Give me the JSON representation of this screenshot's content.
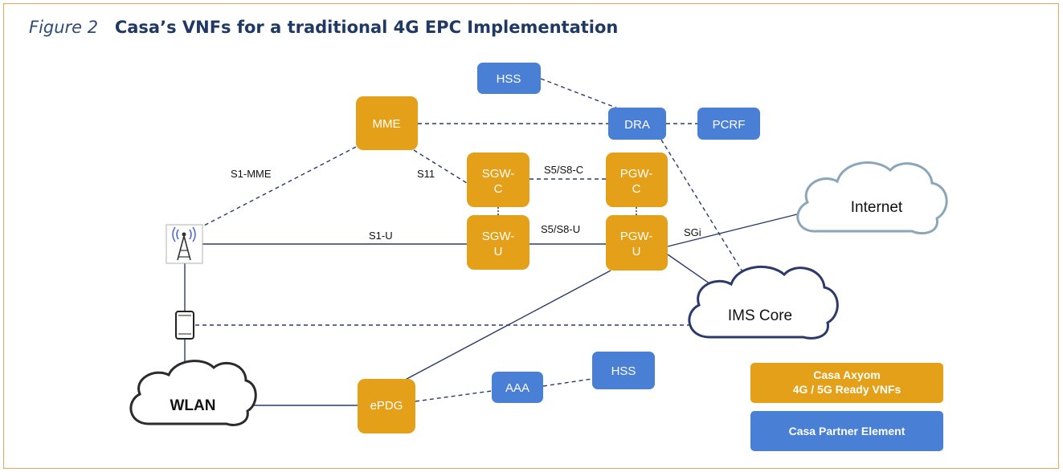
{
  "caption": {
    "figure_label": "Figure 2",
    "title": "Casa’s VNFs for a traditional 4G EPC Implementation"
  },
  "nodes": {
    "hss_top": "HSS",
    "mme": "MME",
    "dra": "DRA",
    "pcrf": "PCRF",
    "sgw_c_1": "SGW-",
    "sgw_c_2": "C",
    "pgw_c_1": "PGW-",
    "pgw_c_2": "C",
    "sgw_u_1": "SGW-",
    "sgw_u_2": "U",
    "pgw_u_1": "PGW-",
    "pgw_u_2": "U",
    "epdg": "ePDG",
    "aaa": "AAA",
    "hss_bottom": "HSS"
  },
  "clouds": {
    "internet": "Internet",
    "ims": "IMS Core",
    "wlan": "WLAN"
  },
  "edges": {
    "s1_mme": "S1-MME",
    "s11": "S11",
    "s5s8c": "S5/S8-C",
    "s1u": "S1-U",
    "s5s8u": "S5/S8-U",
    "sgi": "SGi"
  },
  "legend": {
    "casa_line1": "Casa Axyom",
    "casa_line2": "4G / 5G Ready VNFs",
    "partner": "Casa Partner Element"
  },
  "colors": {
    "casa_vnf": "#e3a018",
    "partner": "#4a7fd6",
    "frame": "#f0a35a",
    "caption": "#1f3864"
  }
}
